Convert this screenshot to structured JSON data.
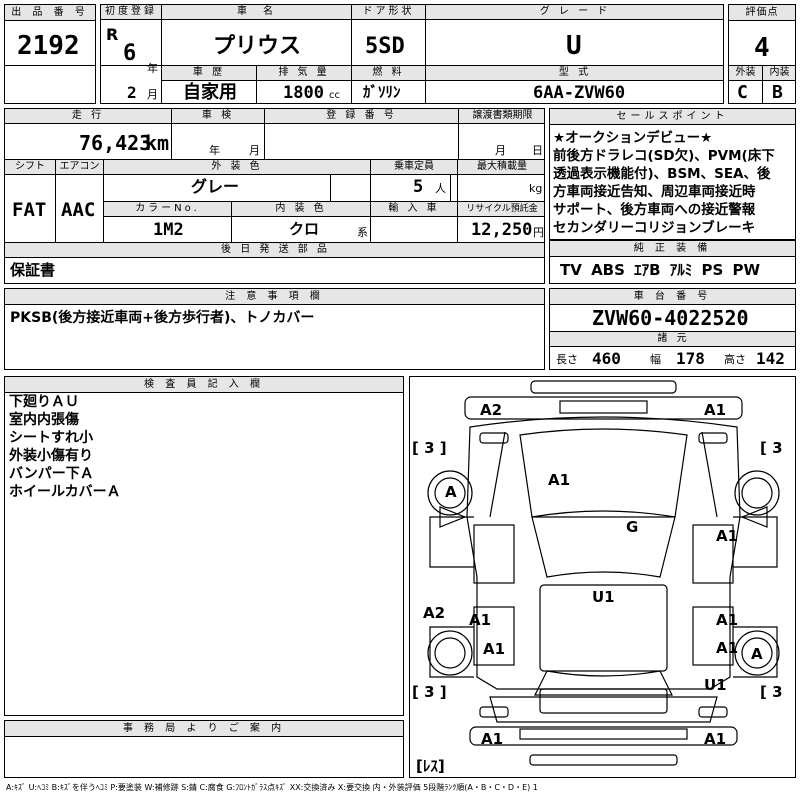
{
  "header": {
    "lot_label": "出 品 番 号",
    "lot_no": "2192",
    "first_reg_label": "初度登録",
    "era": "R",
    "year": "6",
    "year_unit": "年",
    "month": "2",
    "month_unit": "月",
    "car_name_label": "車　名",
    "car_name": "プリウス",
    "door_label": "ドア形状",
    "door": "5SD",
    "grade_label": "グ レ ー ド",
    "grade": "U",
    "score_label": "評価点",
    "score": "4",
    "history_label": "車 歴",
    "history": "自家用",
    "displacement_label": "排 気 量",
    "displacement": "1800",
    "displacement_unit": "cc",
    "fuel_label": "燃 料",
    "fuel": "ｶﾞｿﾘﾝ",
    "model_label": "型 式",
    "model": "6AA-ZVW60",
    "ext_label": "外装",
    "ext": "C",
    "int_label": "内装",
    "int": "B"
  },
  "row2": {
    "mileage_label": "走 行",
    "mileage": "76,423",
    "mileage_unit": "km",
    "inspection_label": "車 検",
    "insp_year_unit": "年",
    "insp_month_unit": "月",
    "plate_label": "登 録 番 号",
    "transfer_label": "譲渡書類期限",
    "transfer_month_unit": "月",
    "transfer_day_unit": "日",
    "shift_label": "シフト",
    "shift": "FAT",
    "ac_label": "エアコン",
    "ac": "AAC",
    "exterior_color_label": "外 装 色",
    "exterior_color": "グレー",
    "capacity_label": "乗車定員",
    "capacity": "5",
    "capacity_unit": "人",
    "load_label": "最大積載量",
    "load_unit": "kg",
    "color_no_label": "カラーNo.",
    "color_no": "1M2",
    "interior_color_label": "内 装 色",
    "interior_color": "クロ",
    "interior_unit": "系",
    "import_label": "輸 入 車",
    "recycle_label": "リサイクル預託金",
    "recycle": "12,250",
    "recycle_unit": "円",
    "later_label": "後 日 発 送 部 品",
    "later": "保証書"
  },
  "sales": {
    "label": "セールスポイント",
    "lines": [
      "★オークションデビュー★",
      "前後方ドラレコ(SD欠)、PVM(床下",
      "透過表示機能付)、BSM、SEA、後",
      "方車両接近告知、周辺車両接近時",
      "サポート、後方車両への接近警報",
      "セカンダリーコリジョンブレーキ"
    ]
  },
  "equipment": {
    "label": "純 正 装 備",
    "items": "TV ABS ｴｱB ｱﾙﾐ PS PW"
  },
  "notes": {
    "label": "注 意 事 項 欄",
    "text": "PKSB(後方接近車両+後方歩行者)、トノカバー"
  },
  "chassis": {
    "label": "車 台 番 号",
    "number": "ZVW60-4022520",
    "spec_label": "諸 元",
    "length_label": "長さ",
    "length": "460",
    "width_label": "幅",
    "width": "178",
    "height_label": "高さ",
    "height": "142"
  },
  "inspector": {
    "label": "検 査 員 記 入 欄",
    "lines": [
      "下廻りＡＵ",
      "室内内張傷",
      "シートすれ小",
      "外装小傷有り",
      "バンパー下Ａ",
      "ホイールカバーＡ"
    ]
  },
  "office": {
    "label": "事 務 局 よ り ご 案 内"
  },
  "diagram": {
    "marks": [
      "A2",
      "A1",
      "A",
      "A1",
      "G",
      "A1",
      "A",
      "U1",
      "A2",
      "A1",
      "A1",
      "A1",
      "A1",
      "U1",
      "A1",
      "A1"
    ],
    "brackets": [
      "[ 3 ]",
      "[ 3",
      "[ 3 ]",
      "[ 3",
      "[ﾚｽ]"
    ]
  },
  "legend": "A:ｷｽﾞ U:ﾍｺﾐ B:ｷｽﾞを伴うﾍｺﾐ P:要塗装 W:補修跡 S:錆 C:腐食 G:ﾌﾛﾝﾄｶﾞﾗｽ点ｷｽﾞ XX:交換済み X:要交換 内・外装評価 5段階ﾗﾝｸ順(A・B・C・D・E) 1"
}
